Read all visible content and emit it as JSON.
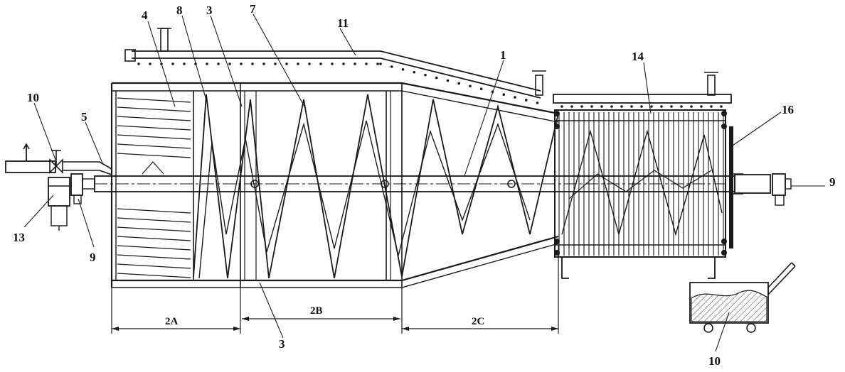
{
  "diagram": {
    "part_labels": {
      "p1": "1",
      "p3_top": "3",
      "p3_bottom": "3",
      "p4": "4",
      "p5": "5",
      "p7": "7",
      "p8": "8",
      "p9_left": "9",
      "p9_right": "9",
      "p10_left": "10",
      "p10_right": "10",
      "p11": "11",
      "p13": "13",
      "p14": "14",
      "p16": "16"
    },
    "section_labels": {
      "a": "2A",
      "b": "2B",
      "c": "2C"
    }
  }
}
